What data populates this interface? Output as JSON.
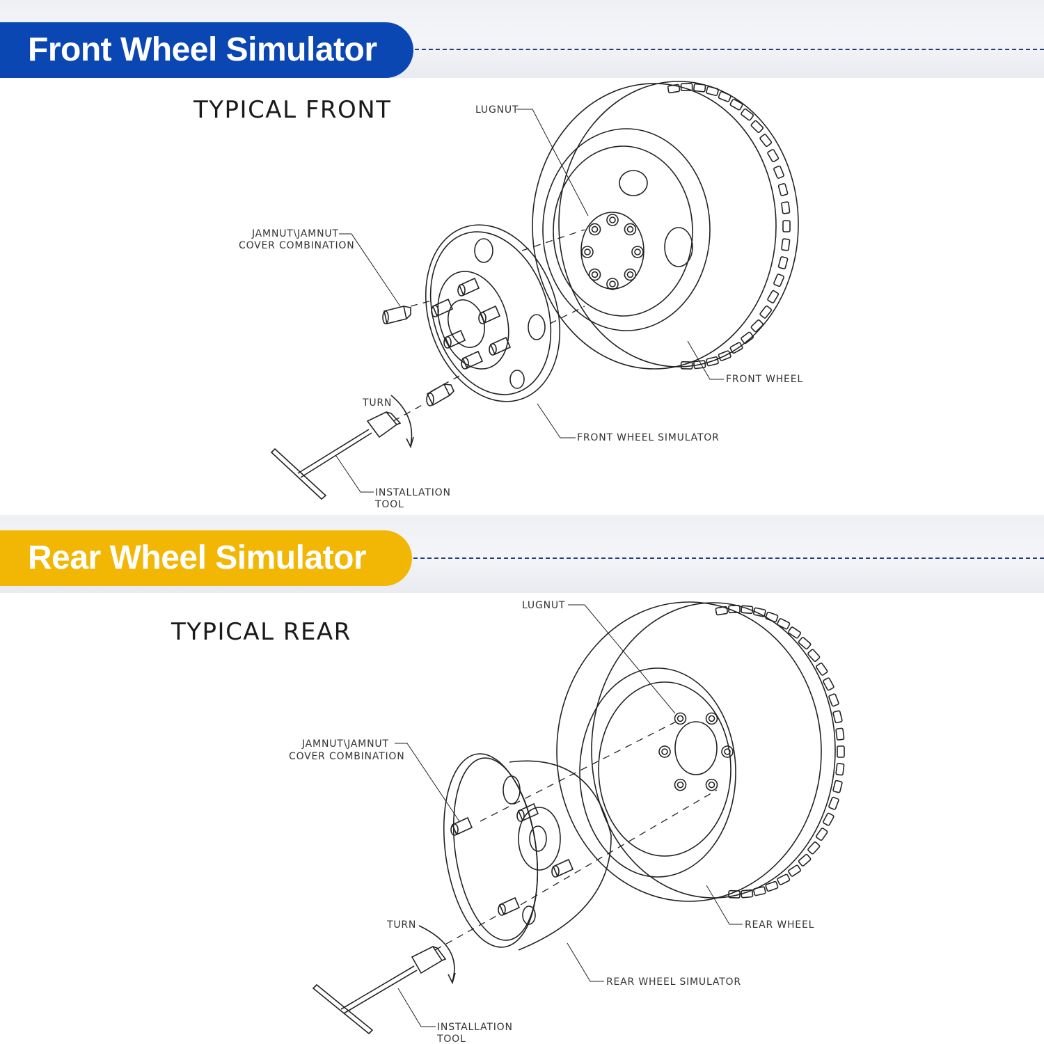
{
  "front": {
    "banner": "Front Wheel Simulator",
    "title": "TYPICAL FRONT",
    "labels": {
      "lugnut": "LUGNUT",
      "jamnut_line1": "JAMNUT\\JAMNUT",
      "jamnut_line2": "COVER COMBINATION",
      "turn": "TURN",
      "front_wheel": "FRONT WHEEL",
      "simulator": "FRONT WHEEL SIMULATOR",
      "tool_line1": "INSTALLATION",
      "tool_line2": "TOOL"
    }
  },
  "rear": {
    "banner": "Rear Wheel Simulator",
    "title": "TYPICAL REAR",
    "labels": {
      "lugnut": "LUGNUT",
      "jamnut_line1": "JAMNUT\\JAMNUT",
      "jamnut_line2": "COVER COMBINATION",
      "turn": "TURN",
      "rear_wheel": "REAR WHEEL",
      "simulator": "REAR WHEEL SIMULATOR",
      "tool_line1": "INSTALLATION",
      "tool_line2": "TOOL"
    }
  },
  "colors": {
    "front_banner": "#0a47b3",
    "rear_banner": "#f2b705",
    "dash_line": "#1f3f7a",
    "drawing_stroke": "#222222"
  }
}
